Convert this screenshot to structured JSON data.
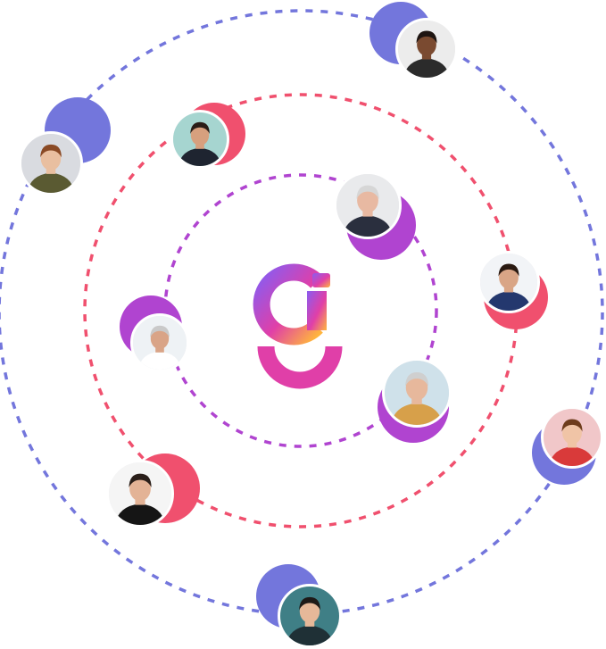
{
  "colors": {
    "outer_ring": "#7376dc",
    "middle_ring": "#f0506e",
    "inner_ring": "#b044d0",
    "logo_gradient_start": "#8a5cf0",
    "logo_gradient_mid": "#e03fa8",
    "logo_gradient_end": "#ffb53d"
  },
  "logo": {
    "icon": "brand-logo-icon"
  },
  "people": [
    {
      "id": "young-man-green-shirt",
      "ring": "outer",
      "accent": "outer",
      "skin": "#e9bfa0",
      "hair": "#8a4a25",
      "shirt": "#5a5a32",
      "bg": "#d9dbe0"
    },
    {
      "id": "woman-curly-hair",
      "ring": "outer",
      "accent": "outer",
      "skin": "#7a4a30",
      "hair": "#1e1512",
      "shirt": "#2b2b2b",
      "bg": "#ececec"
    },
    {
      "id": "woman-red-folder",
      "ring": "outer",
      "accent": "outer",
      "skin": "#f0c4a6",
      "hair": "#6e3c1c",
      "shirt": "#d93a3a",
      "bg": "#f1c7c9"
    },
    {
      "id": "boy-dark-shirt",
      "ring": "outer",
      "accent": "outer",
      "skin": "#e6b899",
      "hair": "#1e1a18",
      "shirt": "#1f3036",
      "bg": "#3f7f86"
    },
    {
      "id": "man-suit-teal",
      "ring": "middle",
      "accent": "middle",
      "skin": "#d7a07e",
      "hair": "#2a1d17",
      "shirt": "#1e2430",
      "bg": "#a6d5d0"
    },
    {
      "id": "woman-blue-blazer",
      "ring": "middle",
      "accent": "middle",
      "skin": "#d9a586",
      "hair": "#2a1a12",
      "shirt": "#24386e",
      "bg": "#f2f4f7"
    },
    {
      "id": "man-black-suit",
      "ring": "middle",
      "accent": "middle",
      "skin": "#e3b396",
      "hair": "#2a1f1a",
      "shirt": "#151515",
      "bg": "#f5f5f5"
    },
    {
      "id": "elderly-man-laughing",
      "ring": "inner",
      "accent": "inner",
      "skin": "#e8b9a2",
      "hair": "#d6d6d6",
      "shirt": "#2a2f3e",
      "bg": "#e9eaec"
    },
    {
      "id": "elderly-man-glasses",
      "ring": "inner",
      "accent": "inner",
      "skin": "#d9a487",
      "hair": "#c9c9c9",
      "shirt": "#ffffff",
      "bg": "#eef2f5"
    },
    {
      "id": "elderly-woman-hat",
      "ring": "inner",
      "accent": "inner",
      "skin": "#e7b89c",
      "hair": "#cfcfcf",
      "shirt": "#d7a04a",
      "bg": "#cfe1ea"
    }
  ]
}
